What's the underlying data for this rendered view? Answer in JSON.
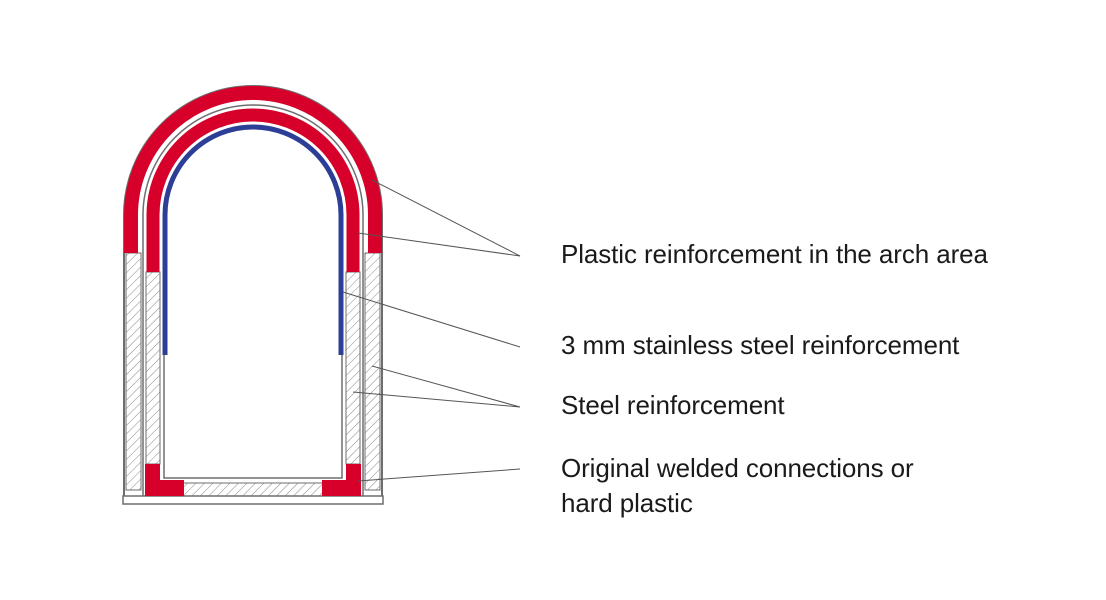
{
  "labels": {
    "arch_plastic": "Plastic reinforcement in the arch area",
    "stainless": "3 mm stainless steel reinforcement",
    "steel": "Steel reinforcement",
    "welded_line1": "Original welded connections or",
    "welded_line2": "hard plastic"
  },
  "colors": {
    "plastic": "#d6002a",
    "stainless_steel": "#2c3e96",
    "outline": "#6e6e6e",
    "hatch": "#8a8a8a",
    "leader": "#555555"
  }
}
